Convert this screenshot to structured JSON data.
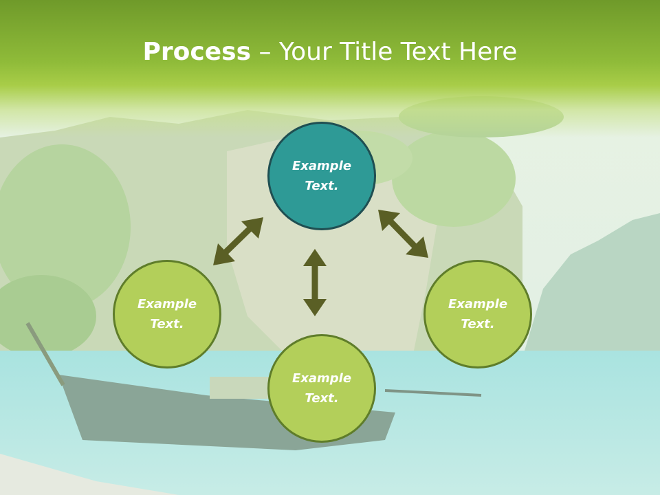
{
  "title": {
    "bold": "Process",
    "rest": " – Your Title Text Here"
  },
  "nodes": {
    "top": "Example Text.",
    "left": "Example Text.",
    "right": "Example Text.",
    "bottom": "Example Text."
  },
  "colors": {
    "header_green": "#8fbb39",
    "center_node": "#2e9a96",
    "outer_node": "#b3cf5a",
    "arrow": "#5a5f25"
  }
}
